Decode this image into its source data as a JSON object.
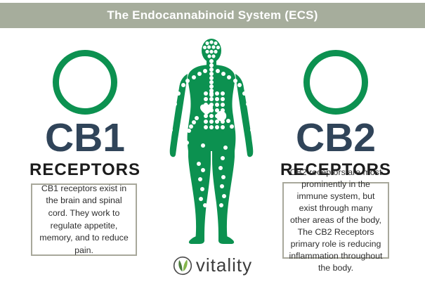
{
  "header": {
    "title": "The Endocannabinoid System (ECS)"
  },
  "left_panel": {
    "heading": "CB1",
    "subheading": "RECEPTORS",
    "description": "CB1 receptors exist in the brain and spinal cord. They work to regulate appetite, memory, and to reduce pain."
  },
  "right_panel": {
    "heading": "CB2",
    "subheading": "RECEPTORS",
    "description": "CB2 receptors are most prominently in the immune system, but exist through many other areas of the body, The CB2 Receptors primary role is reducing inflammation throughout the body."
  },
  "center_illustration": {
    "subject": "human-body-silhouette-with-receptor-dots"
  },
  "footer": {
    "brand": "vitality"
  },
  "colors": {
    "green": "#0c9150",
    "sage_header": "#a6ad9c",
    "navy_heading": "#304459",
    "sub_heading": "#1c1c1c",
    "box_border": "#a8a89b",
    "body_text": "#2e2e2e",
    "dots": "#ffffff"
  }
}
